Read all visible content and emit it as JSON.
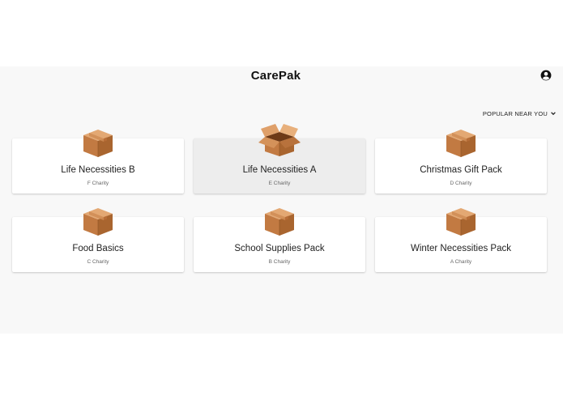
{
  "app": {
    "title": "CarePak"
  },
  "sort": {
    "label": "POPULAR NEAR YOU"
  },
  "colors": {
    "background": "#f8f8f8",
    "card": "#ffffff",
    "card_active": "#ededed",
    "box": "#c8834a"
  },
  "packs": [
    {
      "title": "Life Necessities B",
      "charity": "F Charity",
      "icon": "closed-box-icon"
    },
    {
      "title": "Life Necessities A",
      "charity": "E Charity",
      "icon": "open-box-icon",
      "selected": true
    },
    {
      "title": "Christmas Gift Pack",
      "charity": "D Charity",
      "icon": "closed-box-icon"
    },
    {
      "title": "Food Basics",
      "charity": "C Charity",
      "icon": "closed-box-icon"
    },
    {
      "title": "School Supplies Pack",
      "charity": "B Charity",
      "icon": "closed-box-icon"
    },
    {
      "title": "Winter Necessities Pack",
      "charity": "A Charity",
      "icon": "closed-box-icon"
    }
  ]
}
